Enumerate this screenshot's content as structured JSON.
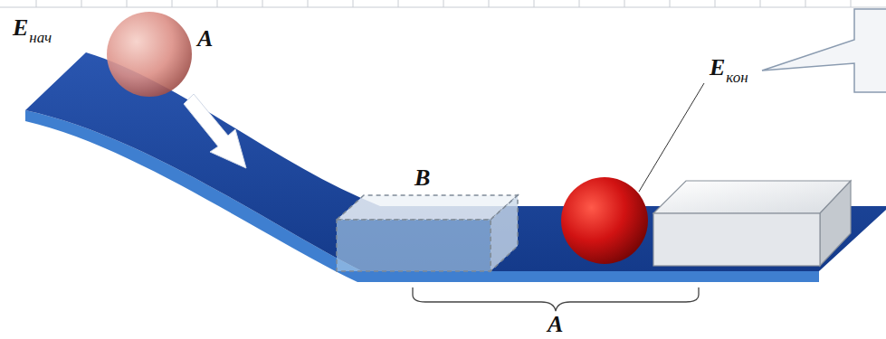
{
  "diagram": {
    "labels": [
      "E",
      "нач",
      "A",
      "B",
      "E",
      "кон",
      "A"
    ]
  }
}
